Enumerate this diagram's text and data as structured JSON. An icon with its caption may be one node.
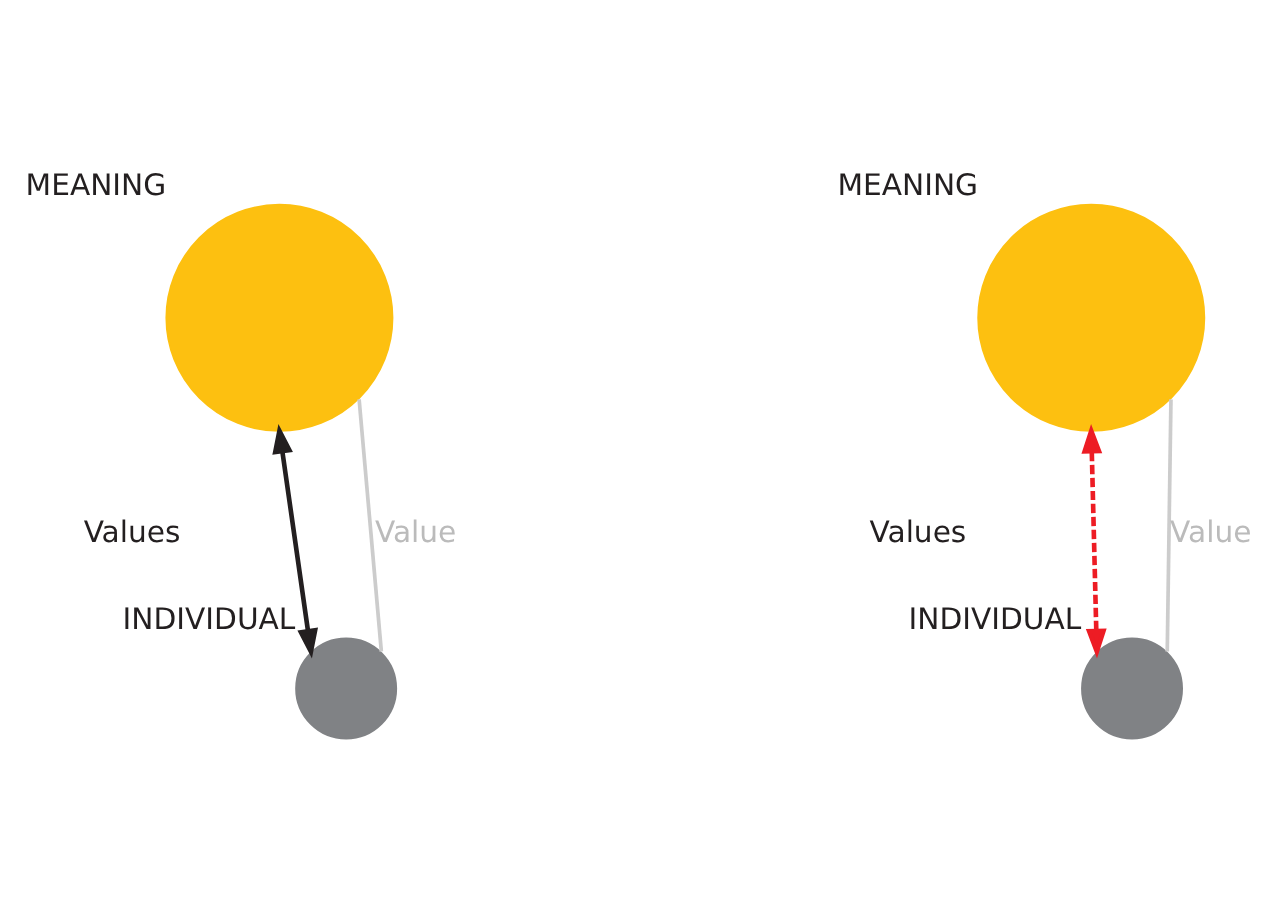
{
  "diagram": {
    "nodes": [
      {
        "text": [
          "MEANING"
        ]
      },
      {
        "text": [
          "MEANING"
        ]
      },
      {
        "text": [
          "INDIVIDUAL"
        ]
      },
      {
        "text": [
          "INDIVIDUAL"
        ]
      }
    ],
    "edges": [
      {
        "from": 0,
        "to": 2,
        "arrow": "both",
        "label": "Values",
        "color": "#231f20"
      },
      {
        "from": 0,
        "to": 2,
        "arrow": "none",
        "label": "Value",
        "color": "#cccccc"
      },
      {
        "from": 1,
        "to": 3,
        "arrow": "both",
        "label": "Values",
        "style": "dashed",
        "color": "#ed1c24"
      },
      {
        "from": 1,
        "to": 3,
        "arrow": "none",
        "label": "Value",
        "color": "#cccccc"
      }
    ]
  }
}
